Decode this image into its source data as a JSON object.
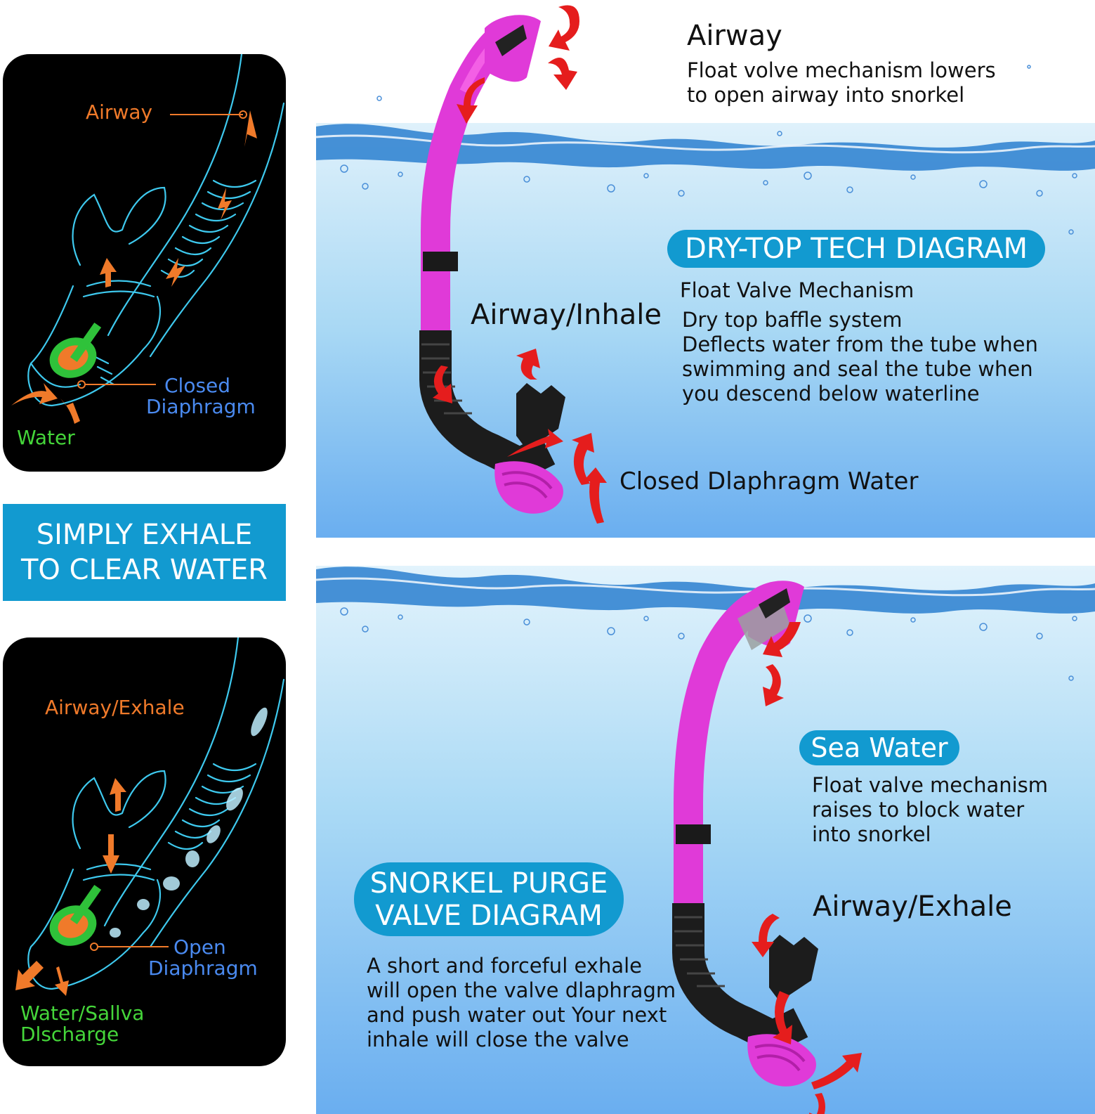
{
  "left_panel_top": {
    "airway": "Airway",
    "closed": "Closed",
    "diaphragm": "Diaphragm",
    "water": "Water"
  },
  "exhale_box": {
    "line1": "SIMPLY EXHALE",
    "line2": "TO CLEAR WATER"
  },
  "left_panel_bottom": {
    "airway_exhale": "Airway/Exhale",
    "open": "Open",
    "diaphragm": "Diaphragm",
    "water_saliva": "Water/Sallva",
    "discharge": "Dlscharge"
  },
  "top_diagram": {
    "airway_title": "Airway",
    "airway_line1": "Float volve mechanism lowers",
    "airway_line2": "to open airway into snorkel",
    "pill": "DRY-TOP TECH DIAGRAM",
    "float_valve": "Float Valve Mechanism",
    "baffle_line1": "Dry top baffle system",
    "baffle_line2": "Deflects water from the tube when",
    "baffle_line3": "swimming and seal the tube when",
    "baffle_line4": "you descend below waterline",
    "airway_inhale": "Airway/Inhale",
    "closed_water": "Closed Dlaphragm Water"
  },
  "bottom_diagram": {
    "sea_water_pill": "Sea Water",
    "sea_line1": "Float valve mechanism",
    "sea_line2": "raises to block water",
    "sea_line3": "into snorkel",
    "purge_line1": "SNORKEL PURGE",
    "purge_line2": "VALVE DIAGRAM",
    "exhale_label": "Airway/Exhale",
    "desc_line1": "A short and forceful exhale",
    "desc_line2": "will open the valve dlaphragm",
    "desc_line3": "and push water out Your next",
    "desc_line4": "inhale will close the valve"
  },
  "colors": {
    "accent": "#129ad0",
    "snorkel_pink": "#e03ad8",
    "arrow_red": "#e51d1d",
    "label_orange": "#f07a2a",
    "label_blue": "#4a8af0",
    "label_green": "#45d63a",
    "outline_cyan": "#3ec9ee"
  }
}
